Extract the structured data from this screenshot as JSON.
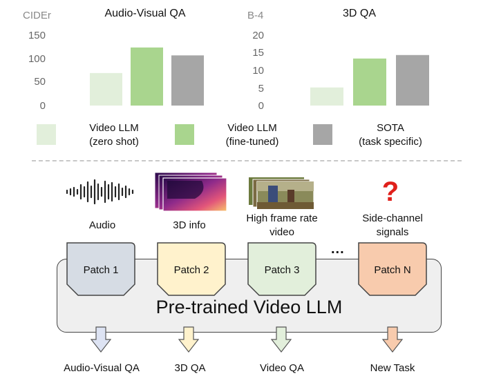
{
  "chart_data": [
    {
      "type": "bar",
      "title": "Audio-Visual QA",
      "ylabel": "CIDEr",
      "categories": [
        "Video LLM (zero shot)",
        "Video LLM (fine-tuned)",
        "SOTA (task specific)"
      ],
      "values": [
        70,
        125,
        108
      ],
      "ylim": [
        0,
        150
      ],
      "yticks": [
        "150",
        "100",
        "50",
        "0"
      ],
      "colors": [
        "#e2efdb",
        "#a9d58e",
        "#a6a6a6"
      ]
    },
    {
      "type": "bar",
      "title": "3D QA",
      "ylabel": "B-4",
      "categories": [
        "Video LLM (zero shot)",
        "Video LLM (fine-tuned)",
        "SOTA (task specific)"
      ],
      "values": [
        5.2,
        13.5,
        14.5
      ],
      "ylim": [
        0,
        20
      ],
      "yticks": [
        "20",
        "15",
        "10",
        "5",
        "0"
      ],
      "colors": [
        "#e2efdb",
        "#a9d58e",
        "#a6a6a6"
      ]
    }
  ],
  "legend": [
    {
      "line1": "Video LLM",
      "line2": "(zero shot)",
      "color": "#e2efdb"
    },
    {
      "line1": "Video LLM",
      "line2": "(fine-tuned)",
      "color": "#a9d58e"
    },
    {
      "line1": "SOTA",
      "line2": "(task specific)",
      "color": "#a6a6a6"
    }
  ],
  "modalities": [
    {
      "icon": "audio-waveform-icon",
      "line1": "Audio",
      "line2": ""
    },
    {
      "icon": "depth-map-icon",
      "line1": "3D info",
      "line2": ""
    },
    {
      "icon": "video-frames-icon",
      "line1": "High frame rate",
      "line2": "video"
    },
    {
      "icon": "question-mark-icon",
      "line1": "Side-channel",
      "line2": "signals"
    }
  ],
  "patches": [
    {
      "label": "Patch 1",
      "color": "#d6dce4",
      "arrow": "#dde3f3"
    },
    {
      "label": "Patch 2",
      "color": "#fff2cc",
      "arrow": "#fff2cc"
    },
    {
      "label": "Patch 3",
      "color": "#e2efdb",
      "arrow": "#e2efdb"
    },
    {
      "label": "Patch N",
      "color": "#f8cbad",
      "arrow": "#f8cbad"
    }
  ],
  "ellipsis": "...",
  "model_label": "Pre-trained Video LLM",
  "outputs": [
    "Audio-Visual QA",
    "3D QA",
    "Video QA",
    "New Task"
  ]
}
